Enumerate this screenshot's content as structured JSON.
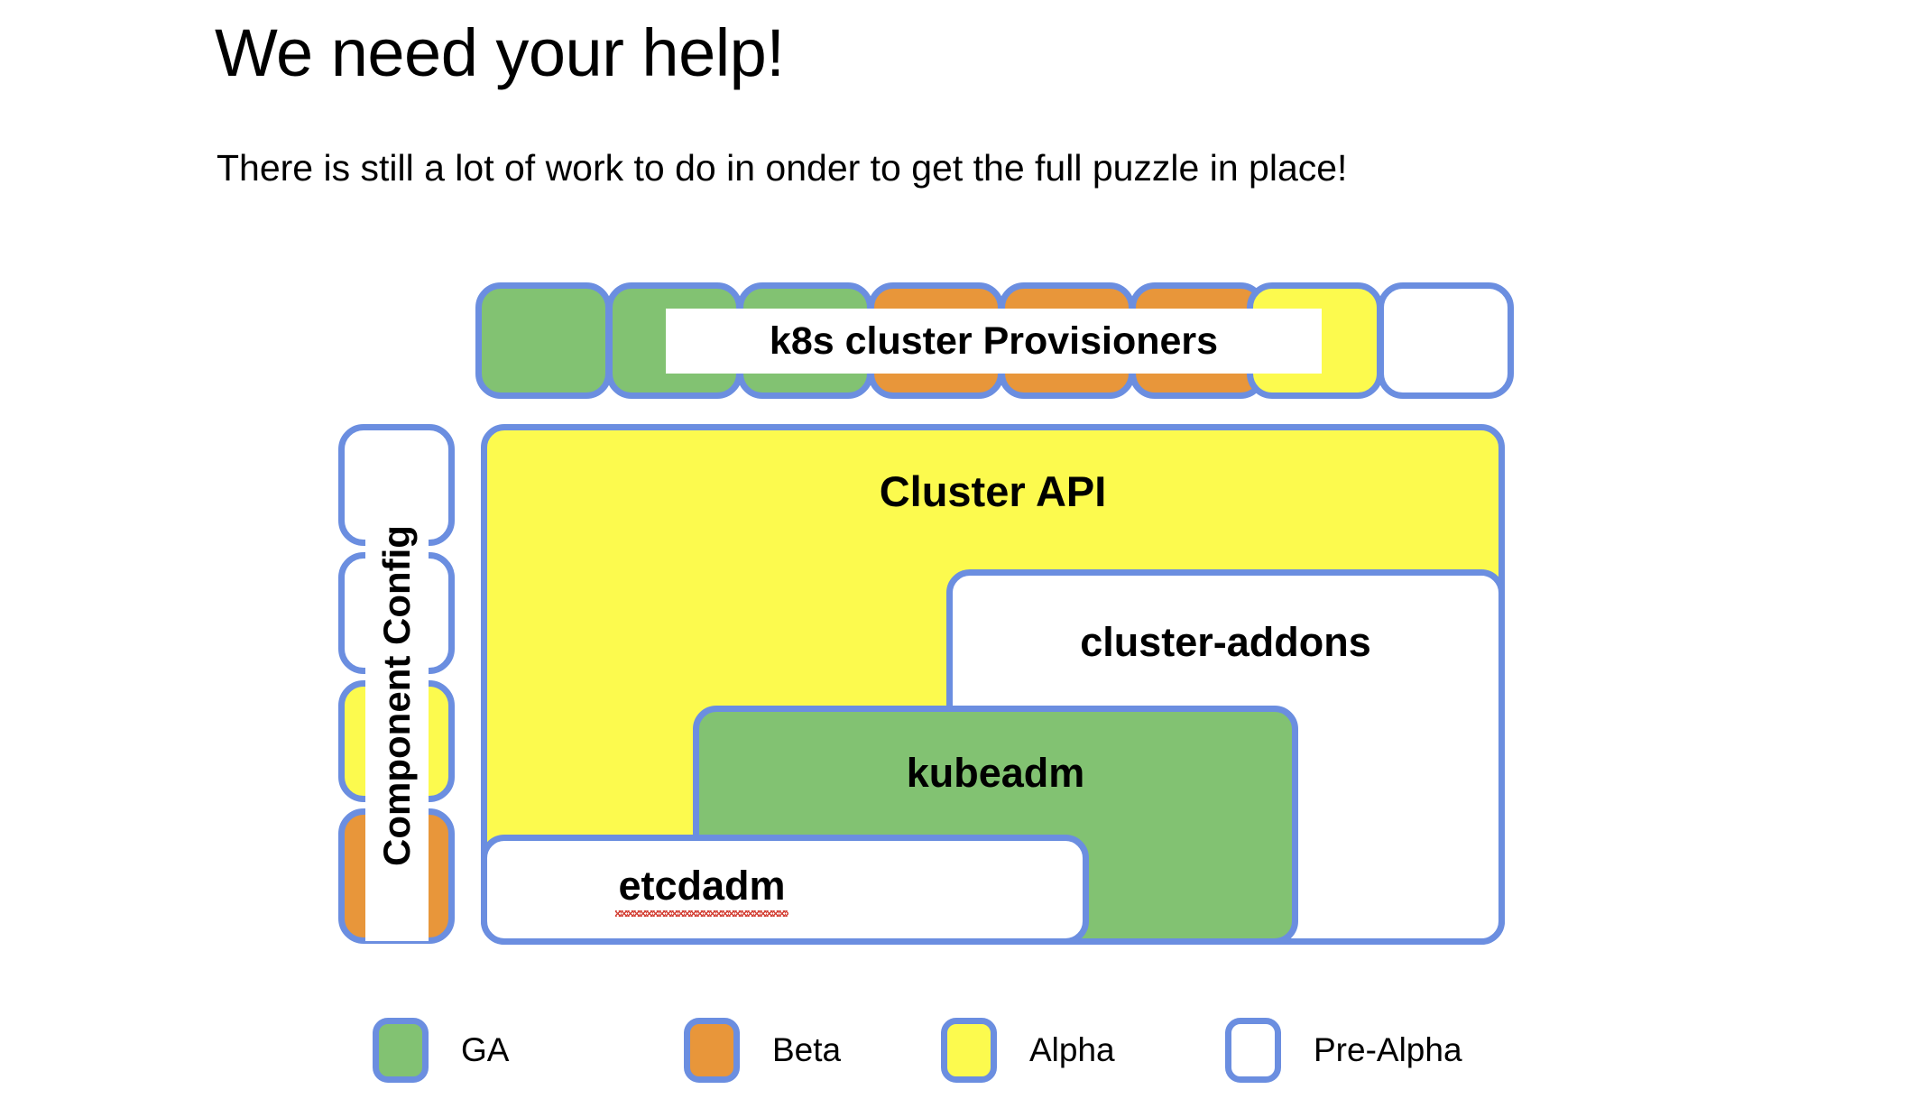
{
  "slide": {
    "title": "We need your help!",
    "subtitle": "There is still a lot of work to do in onder to get the full puzzle in place!"
  },
  "colors": {
    "border_blue": "#6b8ee0",
    "ga_green": "#82c272",
    "beta_orange": "#e8963a",
    "alpha_yellow": "#fcfa4e",
    "pre_alpha_white": "#ffffff",
    "spellcheck_red": "#d03024",
    "text_black": "#000000",
    "background": "#ffffff"
  },
  "provisioner_row": {
    "label": "k8s cluster Provisioners",
    "boxes": [
      {
        "status": "GA",
        "fill": "ga"
      },
      {
        "status": "GA",
        "fill": "ga"
      },
      {
        "status": "GA",
        "fill": "ga"
      },
      {
        "status": "Beta",
        "fill": "beta"
      },
      {
        "status": "Beta",
        "fill": "beta"
      },
      {
        "status": "Beta",
        "fill": "beta"
      },
      {
        "status": "Alpha",
        "fill": "alpha"
      },
      {
        "status": "Pre-Alpha",
        "fill": "pre"
      }
    ]
  },
  "component_config": {
    "label": "Component Config",
    "boxes": [
      {
        "status": "Pre-Alpha",
        "fill": "pre"
      },
      {
        "status": "Pre-Alpha",
        "fill": "pre"
      },
      {
        "status": "Alpha",
        "fill": "alpha"
      },
      {
        "status": "Beta",
        "fill": "beta"
      }
    ]
  },
  "stack": {
    "cluster_api": {
      "label": "Cluster API",
      "status": "Alpha",
      "fill": "alpha"
    },
    "cluster_addons": {
      "label": "cluster-addons",
      "status": "Pre-Alpha",
      "fill": "pre"
    },
    "kubeadm": {
      "label": "kubeadm",
      "status": "GA",
      "fill": "ga"
    },
    "etcdadm": {
      "label": "etcdadm",
      "status": "Pre-Alpha",
      "fill": "pre",
      "spellchecked": true
    }
  },
  "legend": {
    "items": [
      {
        "label": "GA",
        "fill": "ga"
      },
      {
        "label": "Beta",
        "fill": "beta"
      },
      {
        "label": "Alpha",
        "fill": "alpha"
      },
      {
        "label": "Pre-Alpha",
        "fill": "pre"
      }
    ]
  }
}
